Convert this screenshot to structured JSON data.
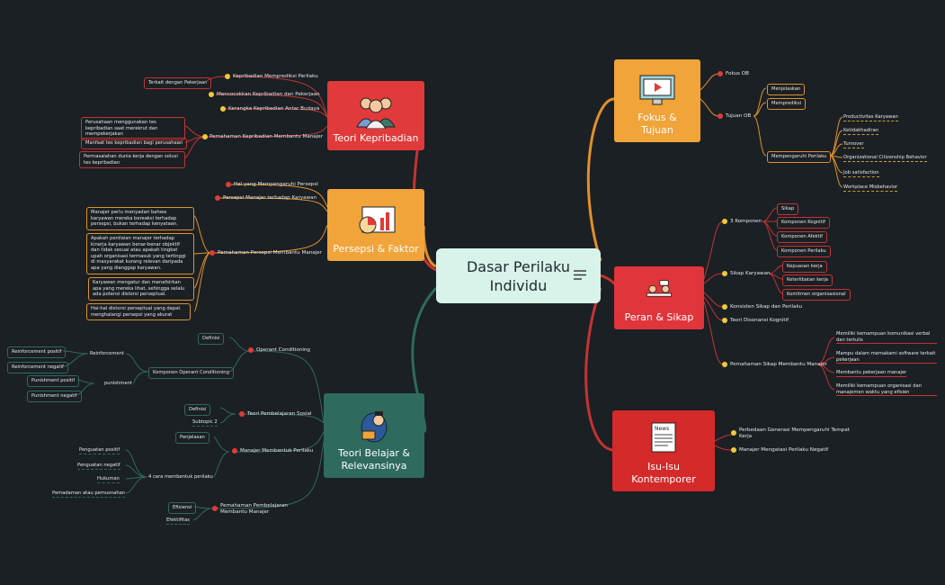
{
  "center": {
    "title": "Dasar Perilaku Individu"
  },
  "colors": {
    "background": "#1b2024",
    "red": "#e03a3a",
    "orange": "#f0a43a",
    "green": "#2e6a5e",
    "crimson": "#d42a2a",
    "center": "#d8f3e9"
  },
  "topics": {
    "kepribadian": "Teori Kepribadian",
    "persepsi": "Persepsi & Faktor",
    "belajar": "Teori Belajar & Relevansinya",
    "fokus": "Fokus & Tujuan",
    "peran": "Peran & Sikap",
    "isu": "Isu-Isu Kontemporer"
  },
  "kepribadian": {
    "s1": "Kepribadian Memprediksi Perilaku",
    "s1_leaf": "Terkait dengan Pekerjaan",
    "s2": "Mencocokkan Kepribadian dan Pekerjaan",
    "s3": "Kerangka Kepribadian Antar Budaya",
    "s4": "Pemahaman Kepribadian Membantu Manajer",
    "l1": "Perusahaan menggunakan tes kepribadian saat merekrut dan mempekerjakan",
    "l2": "Manfaat tes kepribadian bagi perusahaan",
    "l3": "Permasalahan dunia kerja dengan solusi tes kepribadian"
  },
  "persepsi": {
    "s1": "Hal yang Mempengaruhi Persepsi",
    "s2": "Persepsi Manajer terhadap Karyawan",
    "s3": "Pemahaman Persepsi Membantu Manajer",
    "l1": "Manajer perlu menyadari bahwa karyawan mereka bereaksi terhadap persepsi, bukan terhadap kenyataan.",
    "l2": "Apakah penilaian manajer terhadap kinerja karyawan benar-benar objektif dan tidak sesuai atau apakah tingkat upah organisasi termasuk yang tertinggi di masyarakat kurang relevan daripada apa yang dianggap karyawan.",
    "l3": "Karyawan mengatur dan menafsirkan apa yang mereka lihat, sehingga selalu ada potensi distorsi perseptual.",
    "l4": "Hal-hal distorsi perseptual yang dapat menghalangi persepsi yang akurat"
  },
  "belajar": {
    "oc": "Operant Conditioning",
    "oc_def": "Definisi",
    "komp": "Komponen Operant Conditioning",
    "reinf": "Reinforcement",
    "rp": "Reinforcement positif",
    "rn": "Reinforcement negatif",
    "pun": "punishment",
    "pp": "Punishment positif",
    "pn": "Punishment negatif",
    "sos": "Teori Pembelajaran Sosial",
    "sos_def": "Definisi",
    "sos_sub": "Subtopic 2",
    "mm": "Manajer Membentuk Perilaku",
    "mm_pen": "Penjelasan",
    "cara": "4 cara membentuk perilaku",
    "c1": "Penguatan positif",
    "c2": "Penguatan negatif",
    "c3": "Hukuman",
    "c4": "Pemadaman atau pemusnahan",
    "pm": "Pemahaman Pembelajaran Membantu Manajer",
    "ef1": "Efisiensi",
    "ef2": "Efektifitas"
  },
  "fokus": {
    "s1": "Fokus OB",
    "s2": "Tujuan OB",
    "t1": "Menjelaskan",
    "t2": "Memprediksi",
    "t3": "Mempengaruhi Perilaku",
    "p1": "Productivitas Karyawan",
    "p2": "Ketidakhadiran",
    "p3": "Turnover",
    "p4": "Organizational Citizenship Behavior",
    "p5": "Job satisfaction",
    "p6": "Workplace Misbehavior"
  },
  "peran": {
    "s1": "3 Komponen",
    "k1": "Sikap",
    "k2": "Komponen Kognitif",
    "k3": "Komponen Afektif",
    "k4": "Komponen Perilaku",
    "s2": "Sikap Karyawan",
    "a1": "Kepuasan kerja",
    "a2": "Keterlibatan kerja",
    "a3": "Komitmen organisasional",
    "s3": "Konsisten Sikap dan Perilaku",
    "s4": "Teori Disonansi Kognitif",
    "s5": "Pemahaman Sikap Membantu Manajer",
    "m1": "Memiliki kemampuan komunikasi verbal dan tertulis",
    "m2": "Mampu dalam memakami software terkait pekerjaan",
    "m3": "Membantu pekerjaan manajer",
    "m4": "Memiliki kemampuan organisasi dan manajemen waktu yang efisien"
  },
  "isu": {
    "s1": "Perbedaan Generasi Mempengaruhi Tempat Kerja",
    "s2": "Manajer Mengatasi Perilaku Negatif"
  },
  "icons": [
    "notes-icon",
    "people-icon",
    "chart-icon",
    "learner-icon",
    "monitor-icon",
    "meeting-icon",
    "newspaper-icon"
  ]
}
